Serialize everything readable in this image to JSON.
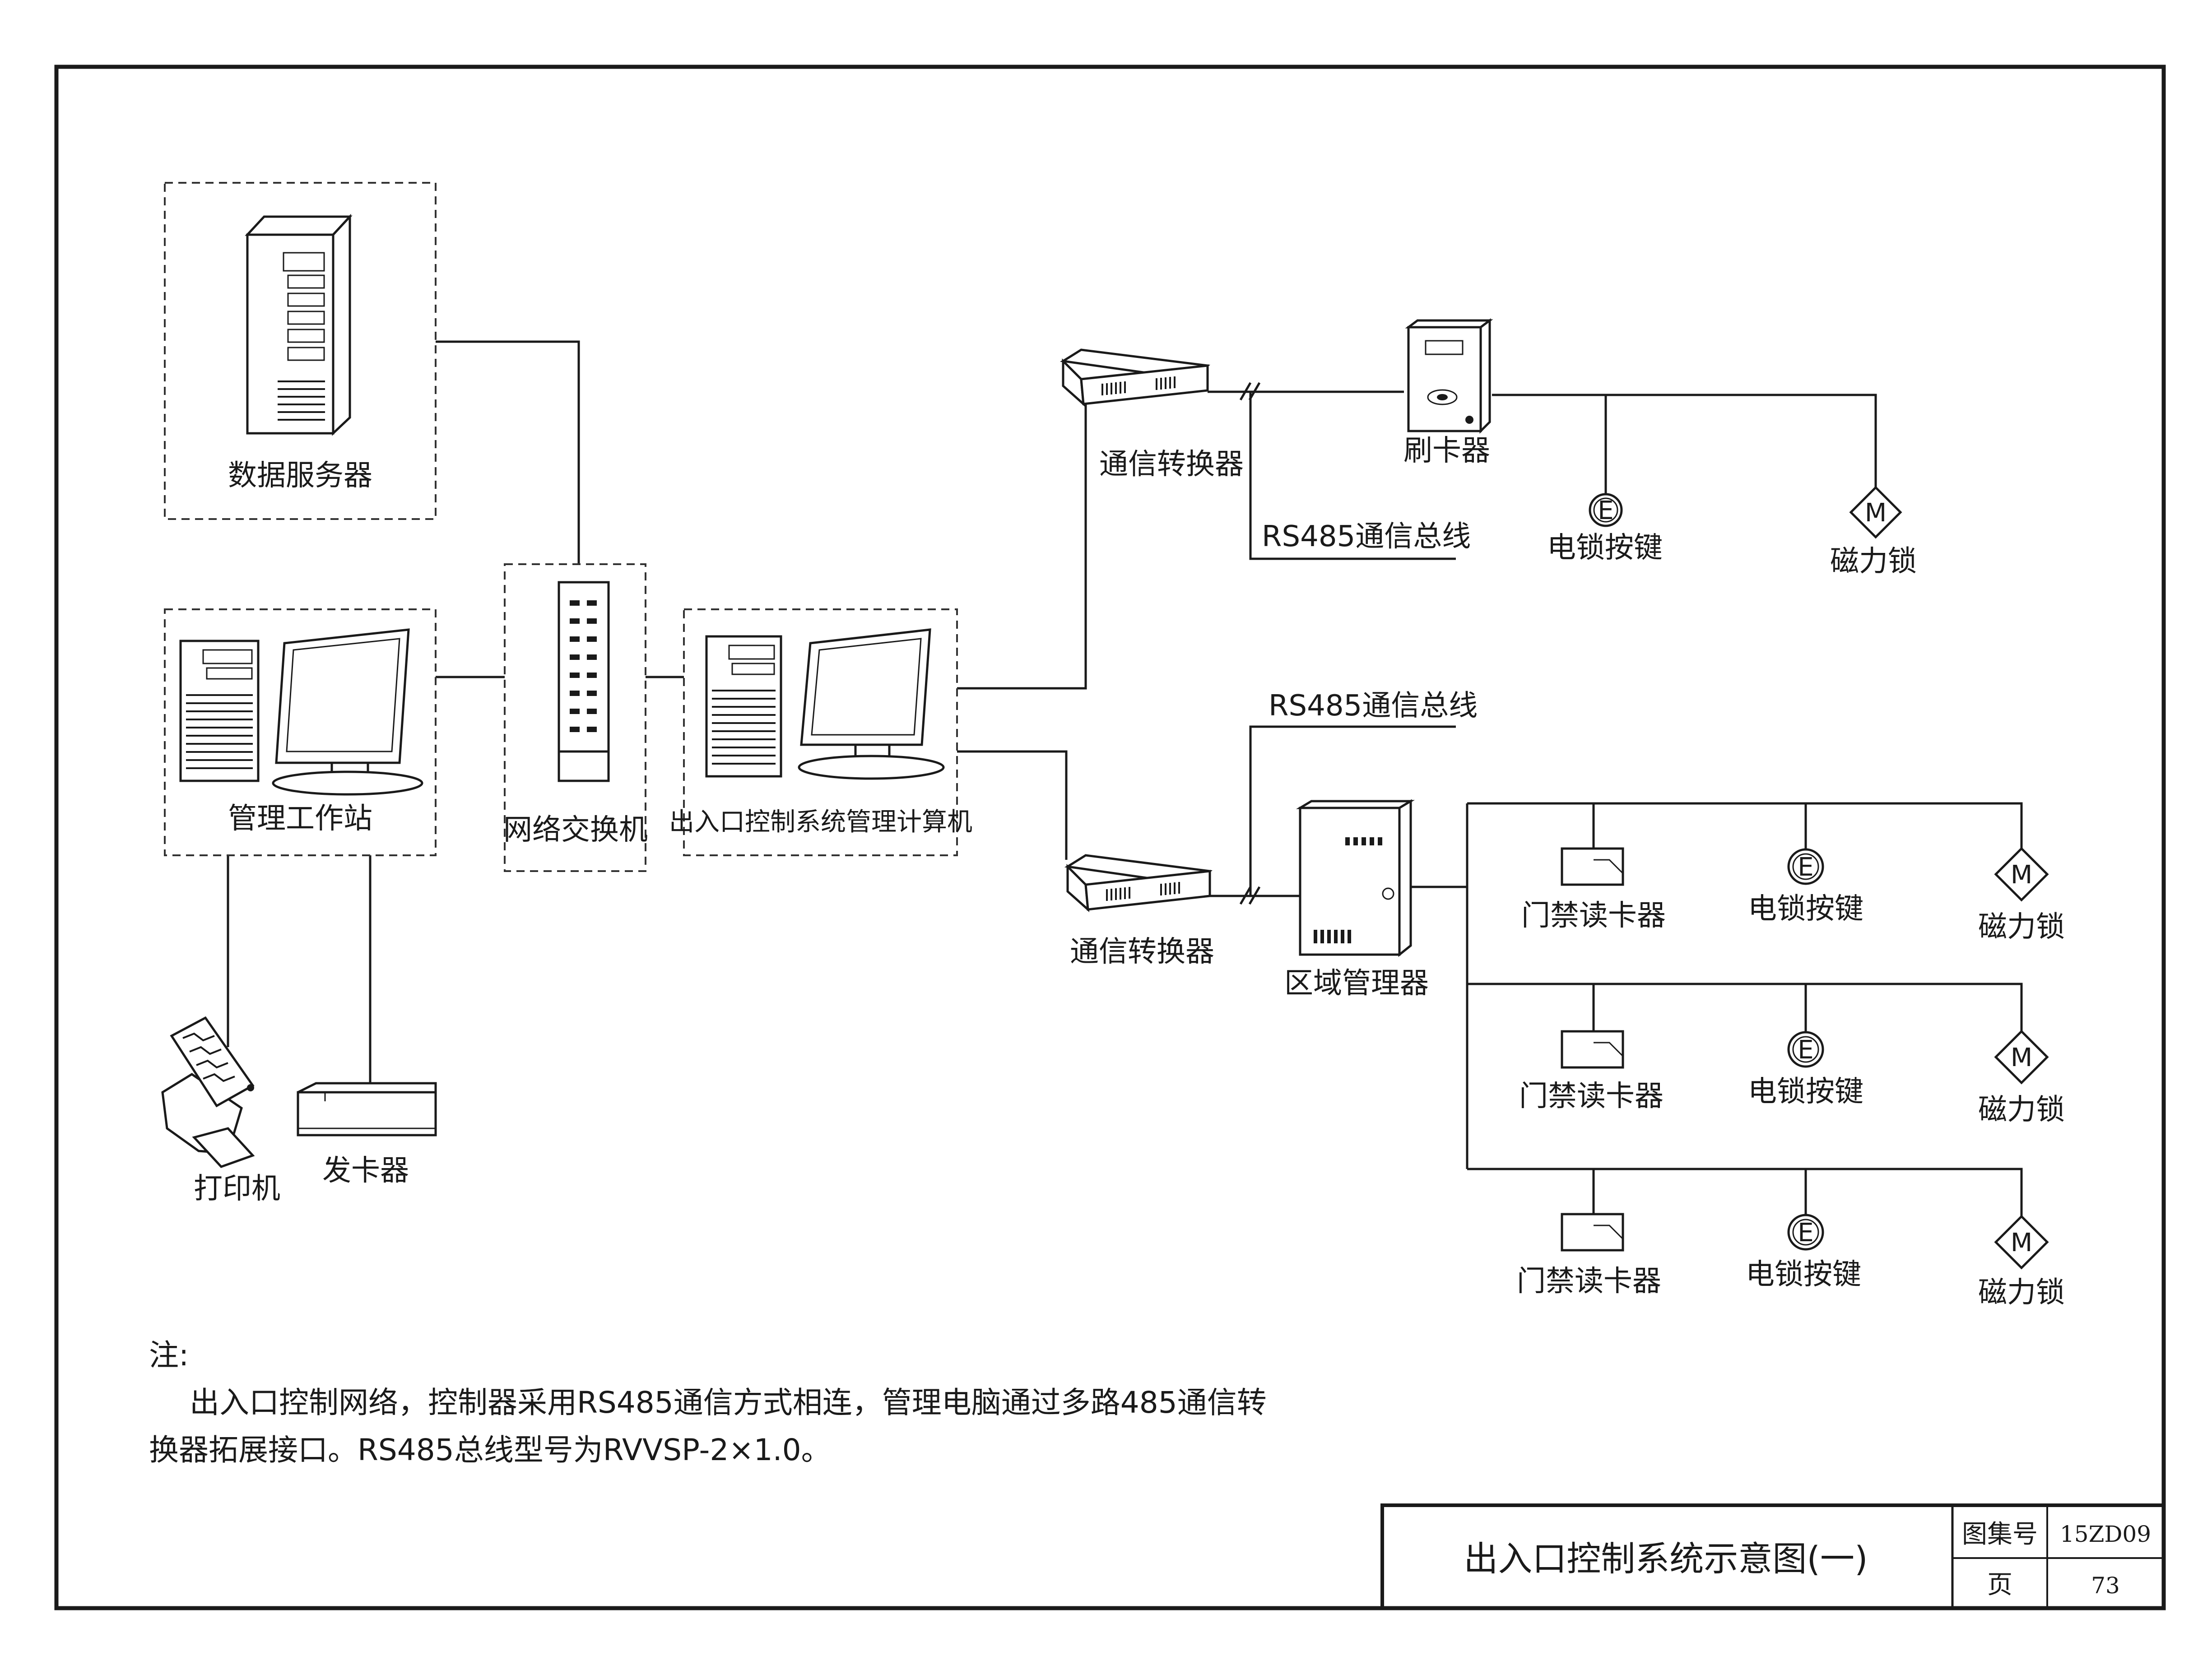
{
  "diagram": {
    "nodes": {
      "data_server": "数据服务器",
      "workstation": "管理工作站",
      "network_switch": "网络交换机",
      "management_computer": "出入口控制系统管理计算机",
      "printer": "打印机",
      "card_issuer": "发卡器",
      "converter_top": "通信转换器",
      "converter_bottom": "通信转换器",
      "card_swiper": "刷卡器",
      "zone_manager": "区域管理器",
      "exit_button_symbol": "E",
      "maglock_symbol": "M"
    },
    "buses": {
      "top": "RS485通信总线",
      "bottom": "RS485通信总线"
    },
    "top_branch": [
      {
        "type": "exit-button",
        "label": "电锁按键"
      },
      {
        "type": "maglock",
        "label": "磁力锁"
      }
    ],
    "zone_rows": [
      {
        "reader": "门禁读卡器",
        "button": "电锁按键",
        "lock": "磁力锁"
      },
      {
        "reader": "门禁读卡器",
        "button": "电锁按键",
        "lock": "磁力锁"
      },
      {
        "reader": "门禁读卡器",
        "button": "电锁按键",
        "lock": "磁力锁"
      }
    ]
  },
  "note": {
    "heading": "注:",
    "line1": "出入口控制网络，控制器采用RS485通信方式相连，管理电脑通过多路485通信转",
    "line2": "换器拓展接口。RS485总线型号为RVVSP-2×1.0。"
  },
  "title_block": {
    "title": "出入口控制系统示意图(一)",
    "atlas_label": "图集号",
    "atlas_value": "15ZD09",
    "page_label": "页",
    "page_value": "73"
  }
}
